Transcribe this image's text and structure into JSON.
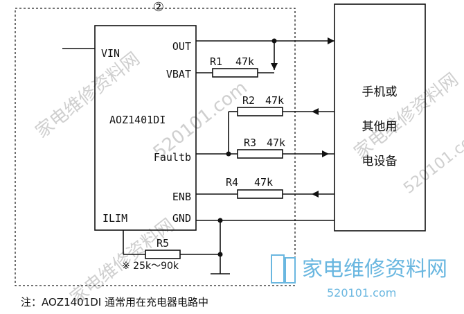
{
  "diagram": {
    "circle_label": "②",
    "chip": {
      "name": "AOZ1401DI",
      "pins": {
        "vin": "VIN",
        "out": "OUT",
        "vbat": "VBAT",
        "faultb": "Faultb",
        "enb": "ENB",
        "ilim": "ILIM",
        "gnd": "GND"
      }
    },
    "device": {
      "lines": [
        "手机或",
        "其他用",
        "电设备"
      ]
    },
    "resistors": {
      "r1": {
        "name": "R1",
        "value": "47k"
      },
      "r2": {
        "name": "R2",
        "value": "47k"
      },
      "r3": {
        "name": "R3",
        "value": "47k"
      },
      "r4": {
        "name": "R4",
        "value": "47k"
      },
      "r5": {
        "name": "R5",
        "value": "※ 25k～90k"
      }
    },
    "note": "注：AOZ1401DI 通常用在充电器电路中"
  },
  "watermark": {
    "text": "家电维修资料网",
    "site": "520101.com",
    "logo_text": "家电维修资料网",
    "logo_url": "520101.com"
  }
}
